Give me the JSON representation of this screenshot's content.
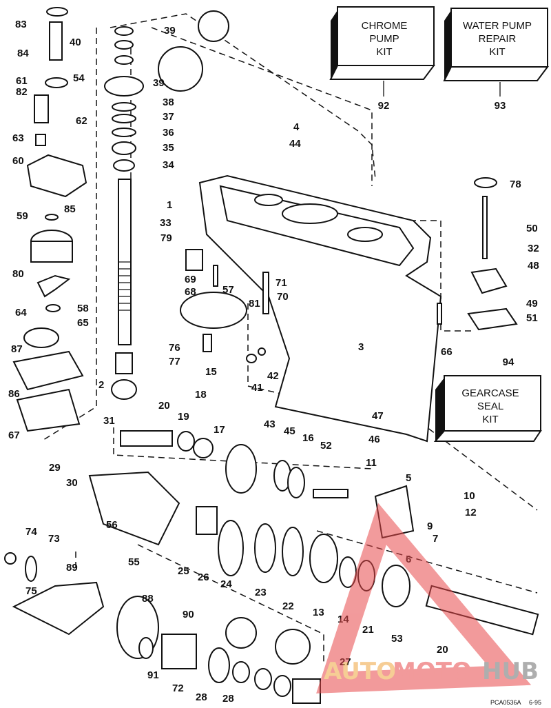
{
  "diagram": {
    "title": "Gearcase exploded parts diagram",
    "kits": [
      {
        "id": "chrome-pump-kit",
        "lines": [
          "CHROME",
          "PUMP",
          "KIT"
        ],
        "ref": "92"
      },
      {
        "id": "water-pump-repair-kit",
        "lines": [
          "WATER PUMP",
          "REPAIR",
          "KIT"
        ],
        "ref": "93"
      },
      {
        "id": "gearcase-seal-kit",
        "lines": [
          "GEARCASE",
          "SEAL",
          "KIT"
        ],
        "ref": "94"
      }
    ],
    "part_labels": [
      {
        "n": "83"
      },
      {
        "n": "84"
      },
      {
        "n": "40"
      },
      {
        "n": "39"
      },
      {
        "n": "39"
      },
      {
        "n": "54"
      },
      {
        "n": "61"
      },
      {
        "n": "82"
      },
      {
        "n": "38"
      },
      {
        "n": "37"
      },
      {
        "n": "36"
      },
      {
        "n": "35"
      },
      {
        "n": "34"
      },
      {
        "n": "62"
      },
      {
        "n": "63"
      },
      {
        "n": "60"
      },
      {
        "n": "4"
      },
      {
        "n": "44"
      },
      {
        "n": "59"
      },
      {
        "n": "85"
      },
      {
        "n": "1"
      },
      {
        "n": "33"
      },
      {
        "n": "80"
      },
      {
        "n": "79"
      },
      {
        "n": "69"
      },
      {
        "n": "68"
      },
      {
        "n": "57"
      },
      {
        "n": "71"
      },
      {
        "n": "70"
      },
      {
        "n": "81"
      },
      {
        "n": "64"
      },
      {
        "n": "58"
      },
      {
        "n": "65"
      },
      {
        "n": "87"
      },
      {
        "n": "76"
      },
      {
        "n": "77"
      },
      {
        "n": "3"
      },
      {
        "n": "42"
      },
      {
        "n": "41"
      },
      {
        "n": "86"
      },
      {
        "n": "2"
      },
      {
        "n": "15"
      },
      {
        "n": "67"
      },
      {
        "n": "31"
      },
      {
        "n": "20"
      },
      {
        "n": "19"
      },
      {
        "n": "18"
      },
      {
        "n": "17"
      },
      {
        "n": "43"
      },
      {
        "n": "45"
      },
      {
        "n": "16"
      },
      {
        "n": "52"
      },
      {
        "n": "11"
      },
      {
        "n": "47"
      },
      {
        "n": "46"
      },
      {
        "n": "29"
      },
      {
        "n": "30"
      },
      {
        "n": "5"
      },
      {
        "n": "10"
      },
      {
        "n": "12"
      },
      {
        "n": "9"
      },
      {
        "n": "7"
      },
      {
        "n": "6"
      },
      {
        "n": "56"
      },
      {
        "n": "74"
      },
      {
        "n": "73"
      },
      {
        "n": "55"
      },
      {
        "n": "25"
      },
      {
        "n": "26"
      },
      {
        "n": "24"
      },
      {
        "n": "23"
      },
      {
        "n": "22"
      },
      {
        "n": "13"
      },
      {
        "n": "14"
      },
      {
        "n": "21"
      },
      {
        "n": "53"
      },
      {
        "n": "20"
      },
      {
        "n": "75"
      },
      {
        "n": "89"
      },
      {
        "n": "88"
      },
      {
        "n": "90"
      },
      {
        "n": "91"
      },
      {
        "n": "72"
      },
      {
        "n": "28"
      },
      {
        "n": "28"
      },
      {
        "n": "27"
      },
      {
        "n": "78"
      },
      {
        "n": "50"
      },
      {
        "n": "32"
      },
      {
        "n": "48"
      },
      {
        "n": "49"
      },
      {
        "n": "51"
      },
      {
        "n": "66"
      },
      {
        "n": "92"
      },
      {
        "n": "93"
      },
      {
        "n": "94"
      }
    ],
    "footer": {
      "code": "PCA0536A",
      "date": "6-95"
    },
    "watermark": {
      "part1": "AUTO",
      "part2": "MOTO",
      "part3": "HUB",
      "color_main": "#e8484a",
      "color_gray": "#6d6d6d",
      "color_orange": "#f0a640"
    }
  }
}
